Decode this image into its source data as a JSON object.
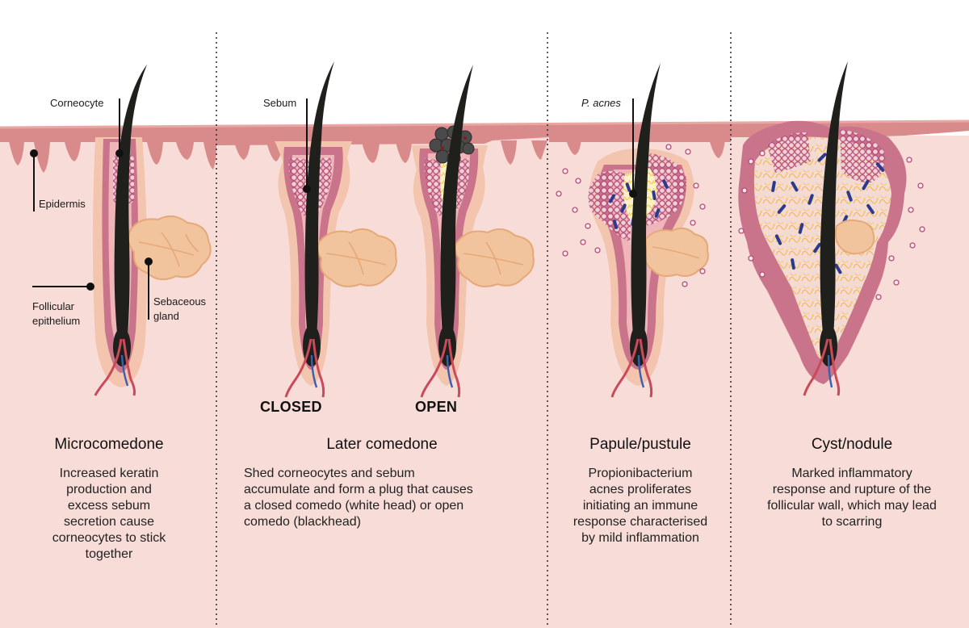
{
  "labels": {
    "corneocyte": "Corneocyte",
    "epidermis": "Epidermis",
    "follicular_line1": "Follicular",
    "follicular_line2": "epithelium",
    "sebaceous_line1": "Sebaceous",
    "sebaceous_line2": "gland",
    "sebum": "Sebum",
    "p_acnes": "P. acnes"
  },
  "comedo_types": {
    "closed": "CLOSED",
    "open": "OPEN"
  },
  "stages": [
    {
      "title": "Microcomedone",
      "desc": [
        "Increased keratin",
        "production and",
        "excess sebum",
        "secretion cause",
        "corneocytes to stick",
        "together"
      ]
    },
    {
      "title": "Later comedone",
      "desc": [
        "Shed corneocytes and sebum",
        "accumulate and form a plug that causes",
        "a closed comedo (white head) or open",
        "comedo (blackhead)"
      ]
    },
    {
      "title": "Papule/pustule",
      "desc": [
        "Propionibacterium",
        "acnes proliferates",
        "initiating an immune",
        "response characterised",
        "by mild inflammation"
      ]
    },
    {
      "title": "Cyst/nodule",
      "desc": [
        "Marked inflammatory",
        "response and rupture of the",
        "follicular wall, which may lead",
        "to scarring"
      ]
    }
  ],
  "colors": {
    "dermis": "#f7dcd8",
    "epidermis": "#d98a8a",
    "epidermis_dark": "#c46e74",
    "follicle_wall": "#c9748a",
    "follicle_halo": "#f3c4ae",
    "hair": "#1f1f1b",
    "sebaceous": "#f2c49d",
    "sebaceous_line": "#e5a978",
    "cell_fill": "#c45c84",
    "cell_ring": "#f0cfd8",
    "sebum": "#f5d77a",
    "bacteria": "#2c3a8c",
    "blackhead": "#4a4a4a",
    "vein": "#3a5fb0",
    "artery": "#c94a5a",
    "divider": "#333333"
  }
}
